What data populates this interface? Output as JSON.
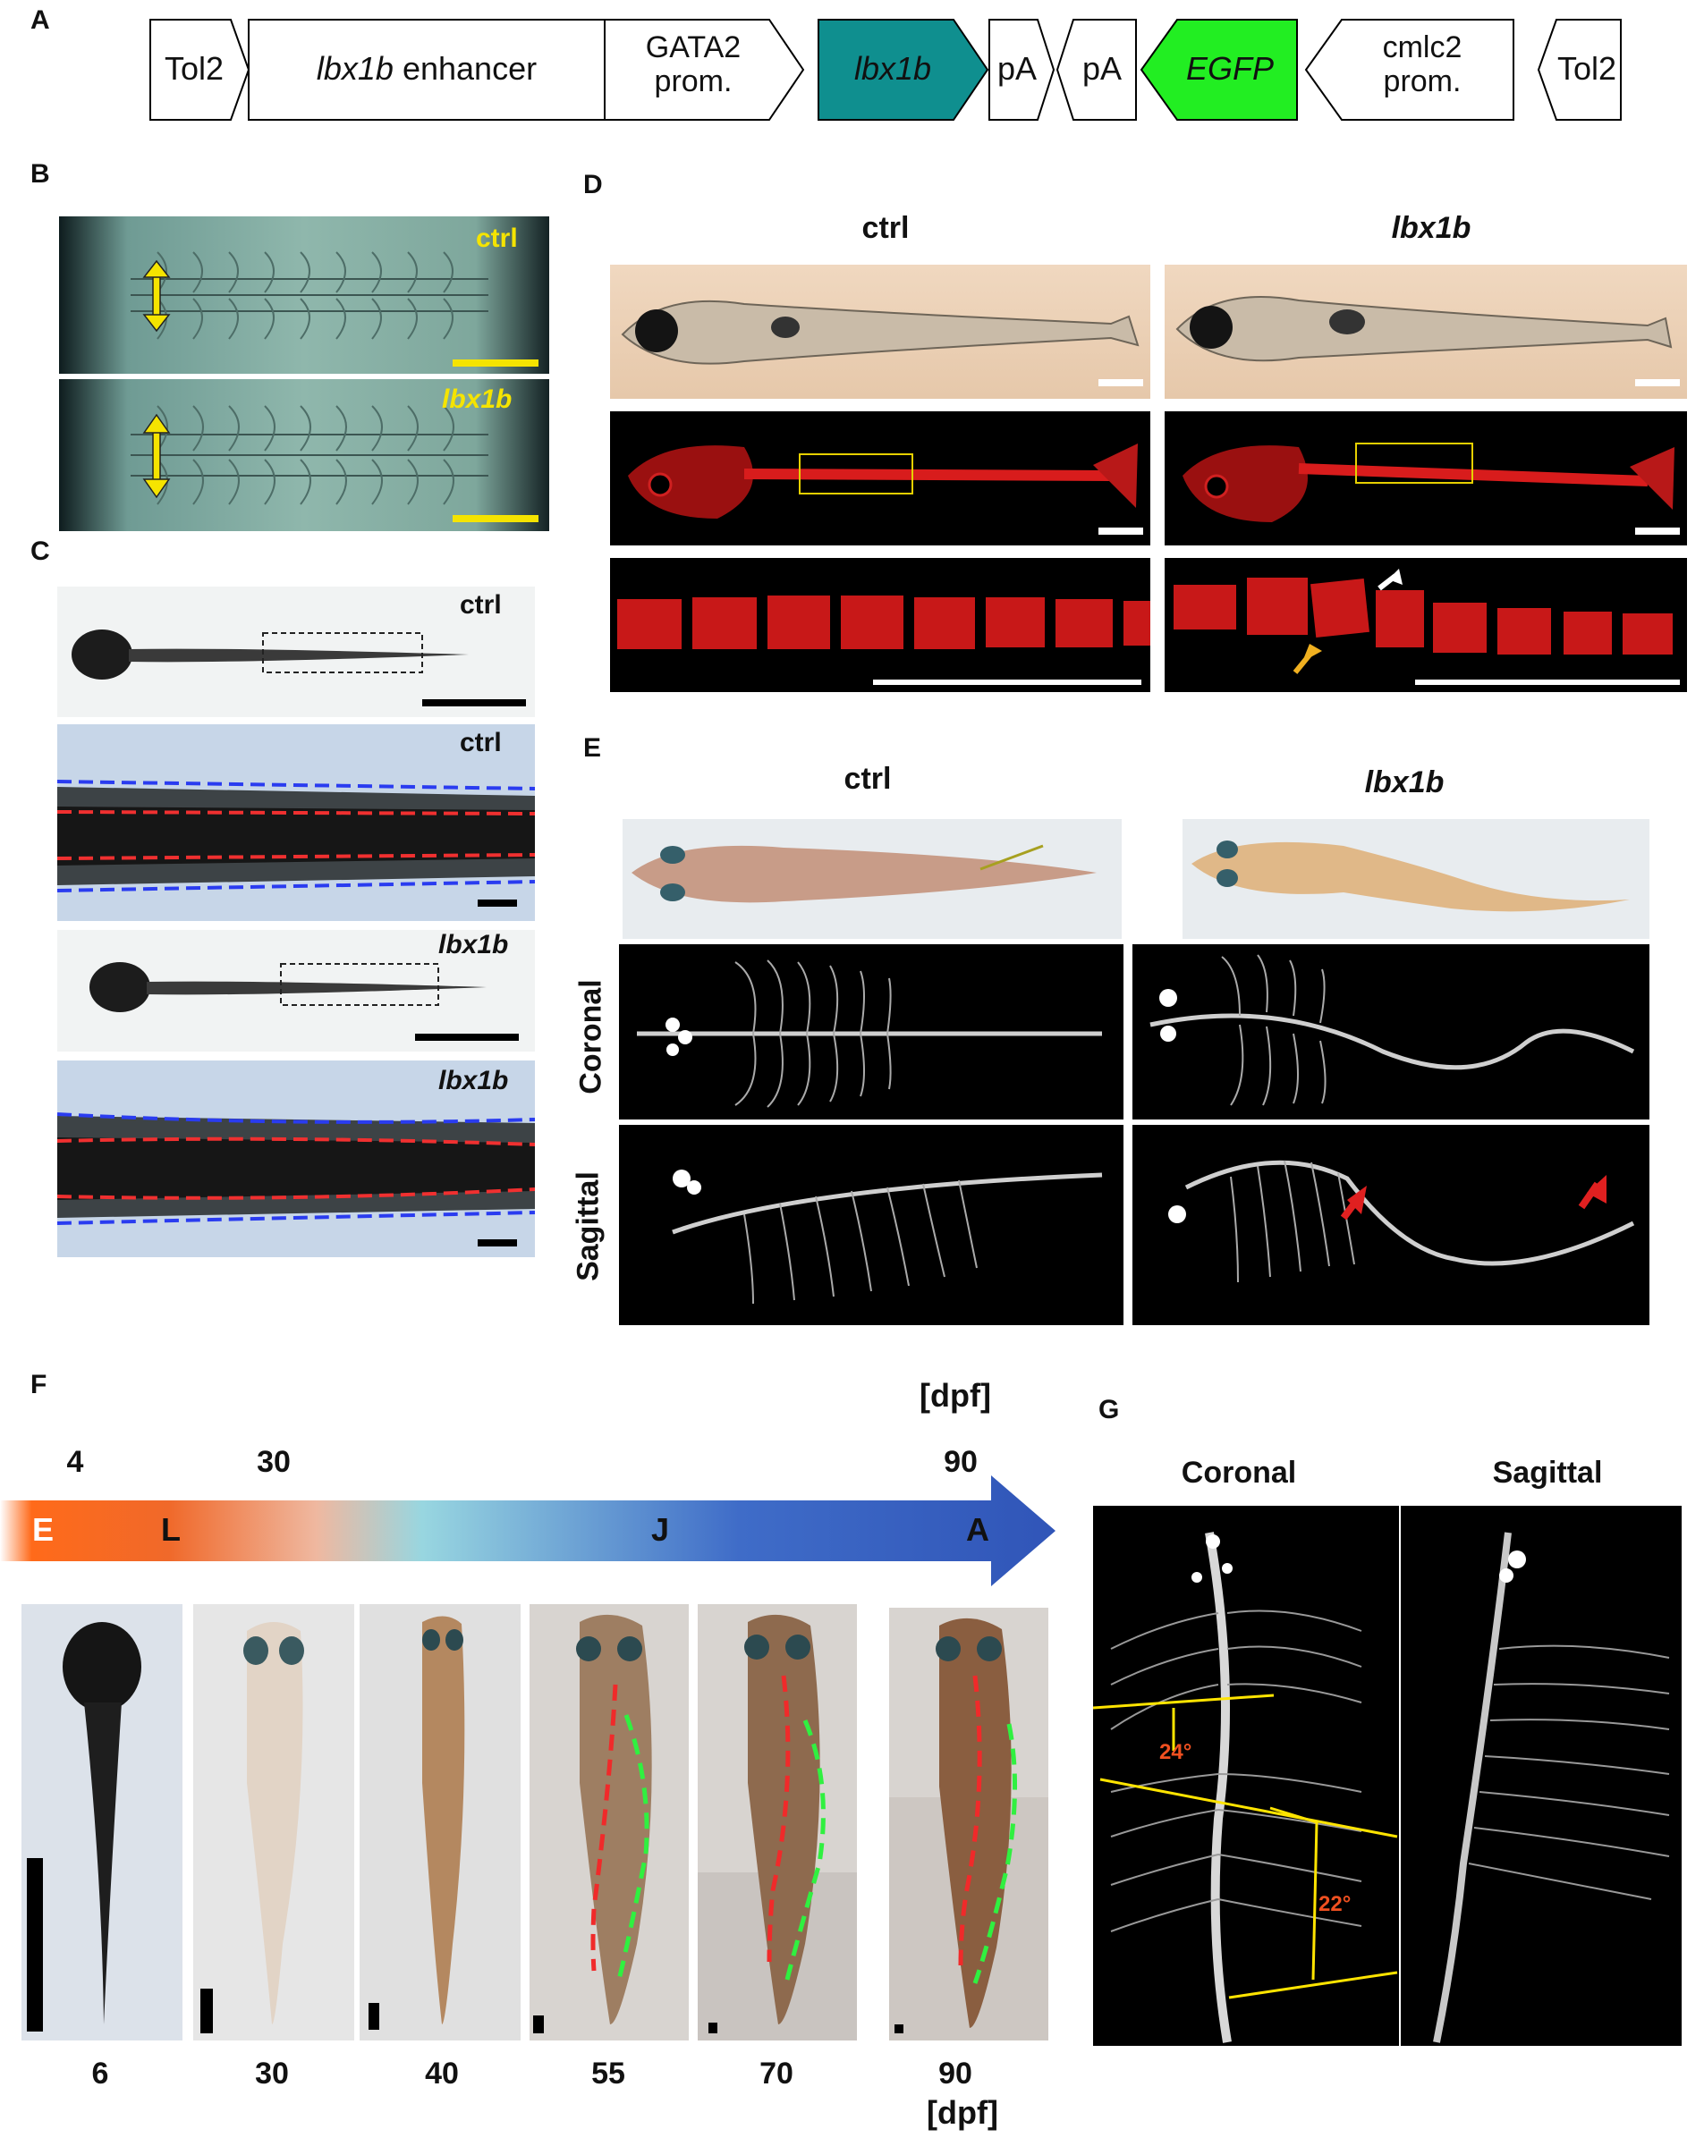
{
  "panels": {
    "A": "A",
    "B": "B",
    "C": "C",
    "D": "D",
    "E": "E",
    "F": "F",
    "G": "G"
  },
  "construct": {
    "tol2_left": "Tol2",
    "enhancer_gene": "lbx1b",
    "enhancer_word": "enhancer",
    "gata2_line1": "GATA2",
    "gata2_line2": "prom.",
    "lbx1b": "lbx1b",
    "pa1": "pA",
    "pa2": "pA",
    "egfp": "EGFP",
    "cmlc2_line1": "cmlc2",
    "cmlc2_line2": "prom.",
    "tol2_right": "Tol2",
    "colors": {
      "lbx1b": "#0f8f8f",
      "egfp": "#22ee22"
    }
  },
  "panel_b": {
    "ctrl": "ctrl",
    "lbx1b": "lbx1b",
    "label_color": "#f5e400"
  },
  "panel_c": {
    "ctrl_1": "ctrl",
    "ctrl_2": "ctrl",
    "lbx1b_1": "lbx1b",
    "lbx1b_2": "lbx1b"
  },
  "panel_d": {
    "ctrl": "ctrl",
    "lbx1b": "lbx1b"
  },
  "panel_e": {
    "ctrl": "ctrl",
    "lbx1b": "lbx1b",
    "coronal": "Coronal",
    "sagittal": "Sagittal"
  },
  "panel_f": {
    "unit_top": "[dpf]",
    "top_ticks": [
      "4",
      "30",
      "90"
    ],
    "stages": [
      "E",
      "L",
      "J",
      "A"
    ],
    "bottom_ticks": [
      "6",
      "30",
      "40",
      "55",
      "70",
      "90"
    ],
    "unit_bottom": "[dpf]"
  },
  "panel_g": {
    "coronal": "Coronal",
    "sagittal": "Sagittal",
    "angle1": "24°",
    "angle2": "22°"
  }
}
